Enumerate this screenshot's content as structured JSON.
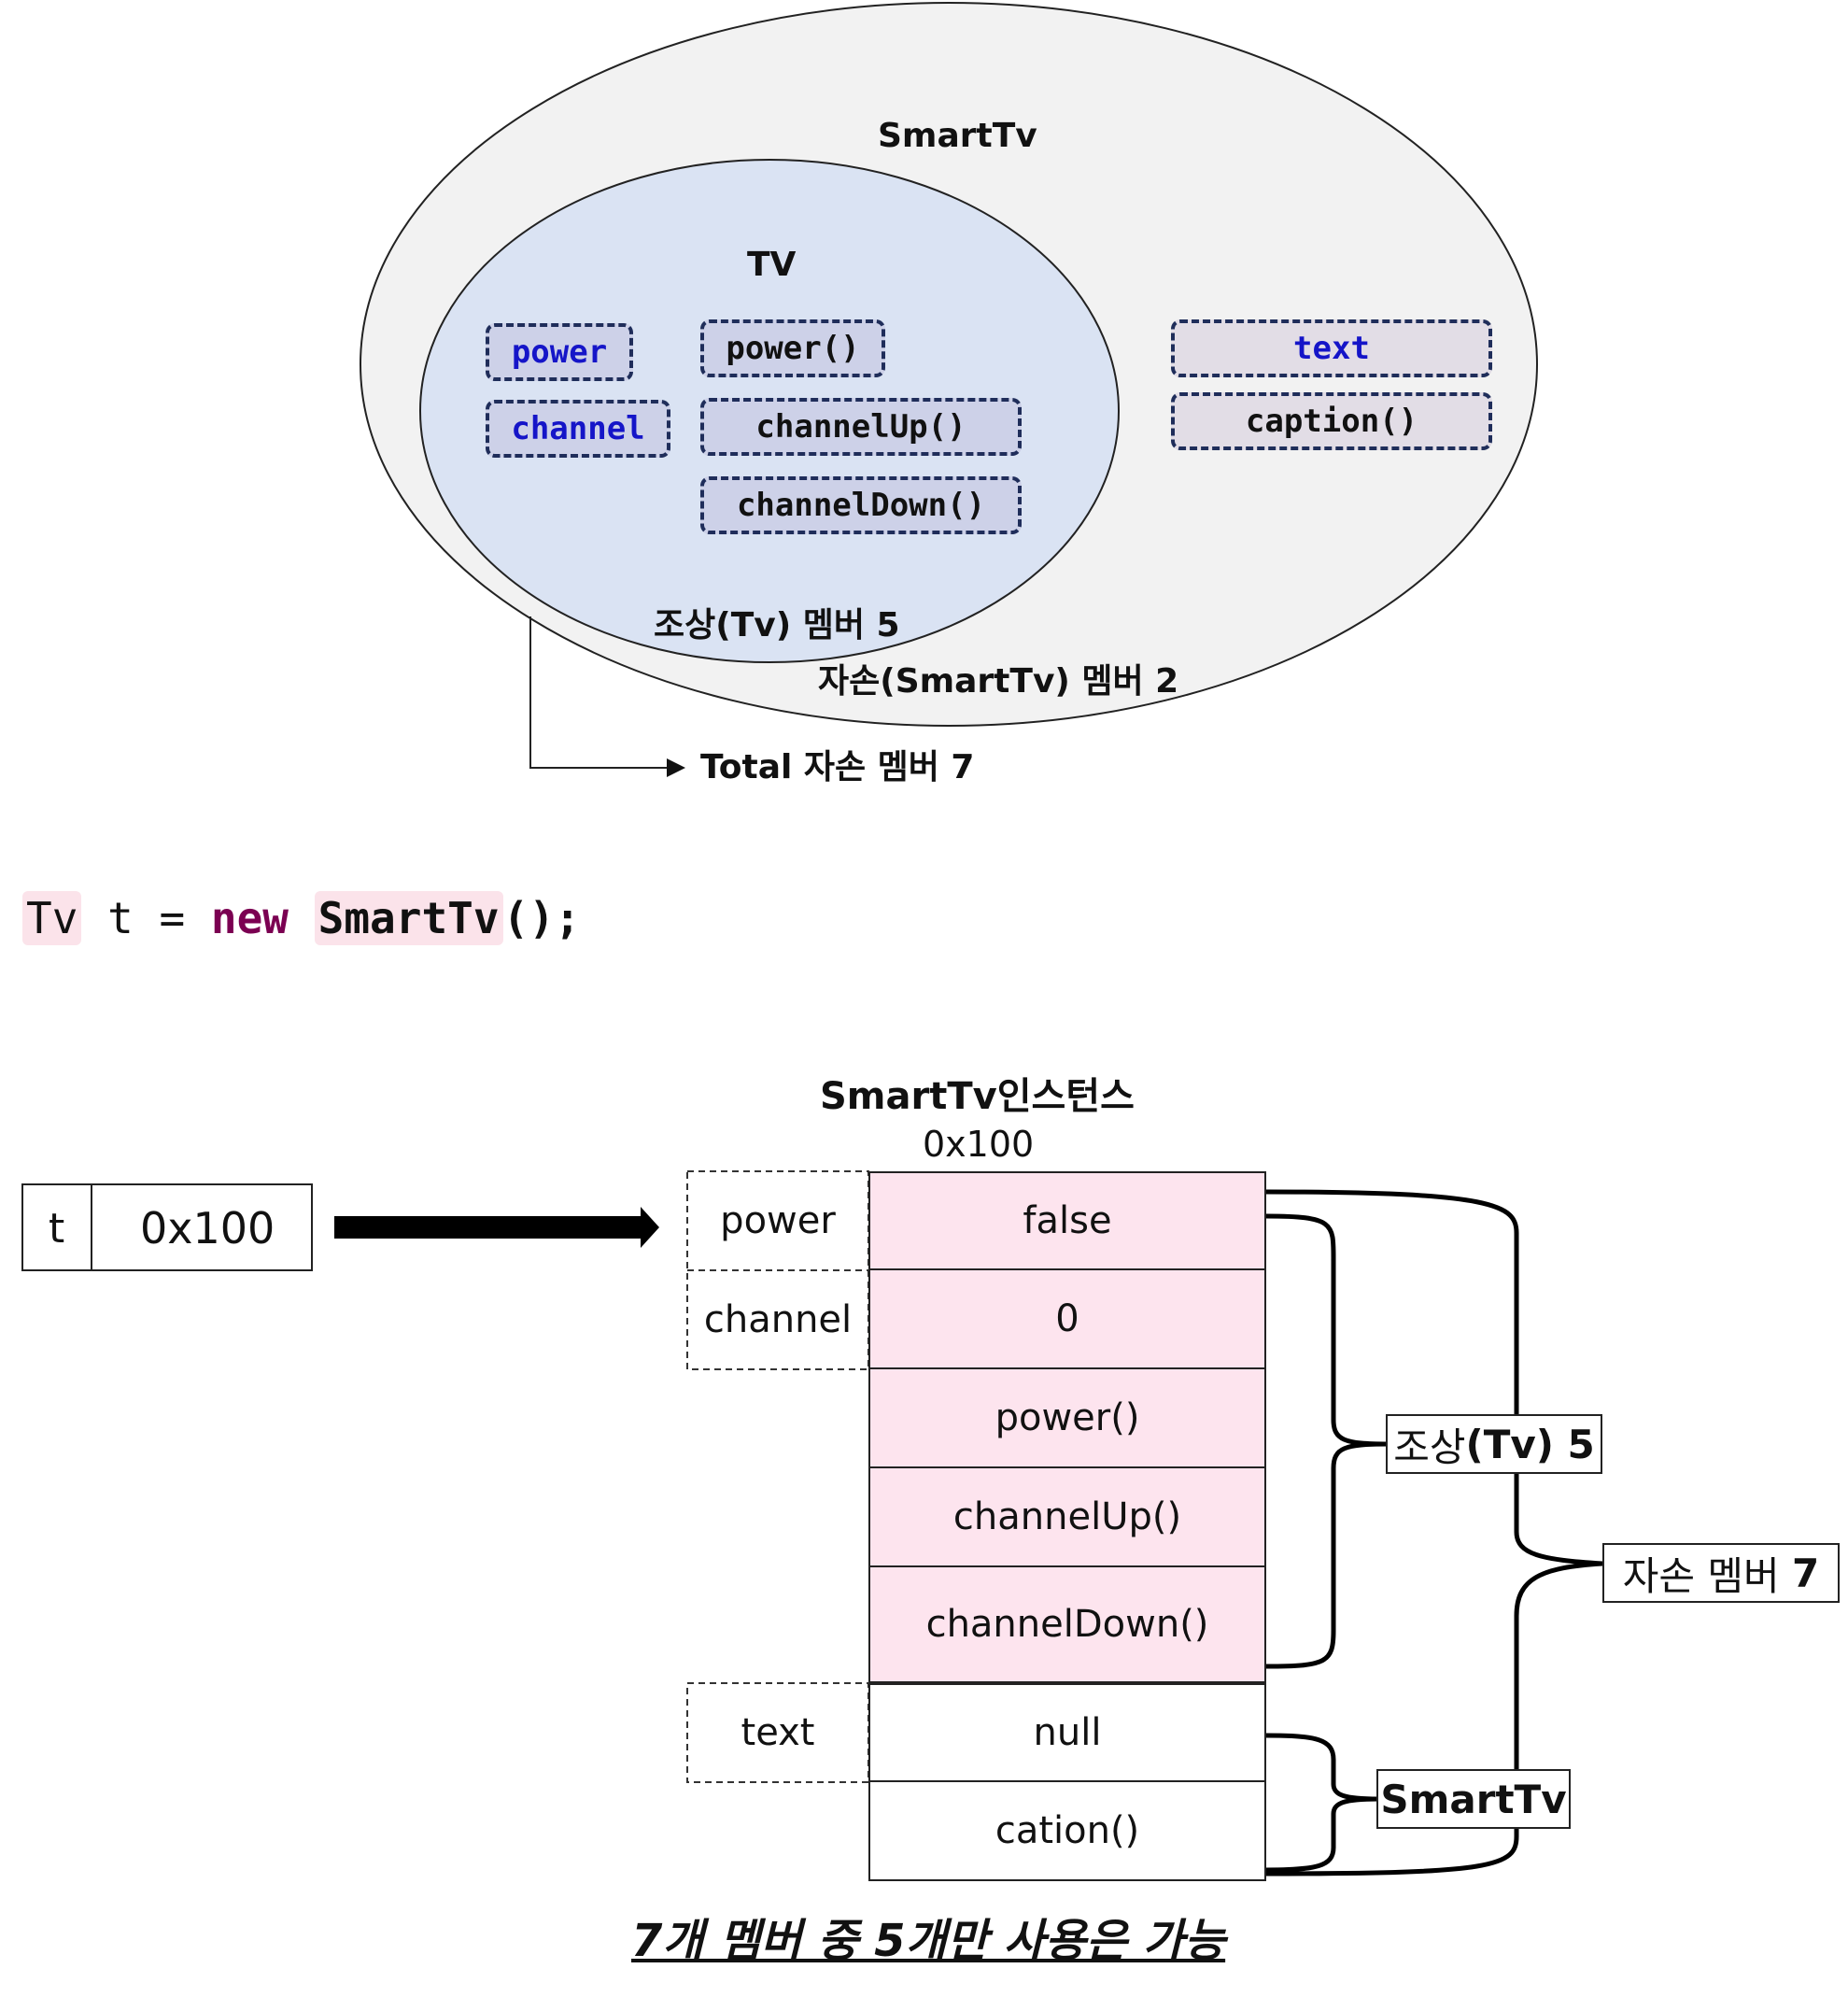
{
  "venn": {
    "outer_label": "SmartTv",
    "inner_label": "TV",
    "tv_fields": [
      "power",
      "channel"
    ],
    "tv_methods": [
      "power()",
      "channelUp()",
      "channelDown()"
    ],
    "smarttv_field": "text",
    "smarttv_method": "caption()",
    "ancestor_caption": "조상(Tv) 멤버 5",
    "descendant_caption": "자손(SmartTv) 멤버 2",
    "total_caption": "Total 자손 멤버 7"
  },
  "code": {
    "type": "Tv",
    "var": " t = ",
    "keyword": "new",
    "space": " ",
    "ctor": "SmartTv",
    "tail": "();"
  },
  "memory": {
    "instance_title": "SmartTv인스턴스",
    "address": "0x100",
    "ref_var": "t",
    "ref_value": "0x100",
    "rows": [
      {
        "name": "power",
        "value": "false"
      },
      {
        "name": "channel",
        "value": "0"
      },
      {
        "name": "",
        "value": "power()"
      },
      {
        "name": "",
        "value": "channelUp()"
      },
      {
        "name": "",
        "value": "channelDown()"
      },
      {
        "name": "text",
        "value": "null"
      },
      {
        "name": "",
        "value": "cation()"
      }
    ],
    "ancestor_brace": {
      "prefix": "조상",
      "bold": "(Tv) 5"
    },
    "descendant_brace": {
      "prefix": "자손 멤버 ",
      "bold": "7"
    },
    "smarttv_brace": "SmartTv"
  },
  "footer": "7개 멤버 중 5개만 사용은 가능",
  "colors": {
    "outer_ellipse": "#f2f2f2",
    "inner_ellipse": "#dae3f3",
    "inherited_cell": "#fde4ee",
    "field_text": "#1515c8",
    "keyword": "#7b0052"
  }
}
